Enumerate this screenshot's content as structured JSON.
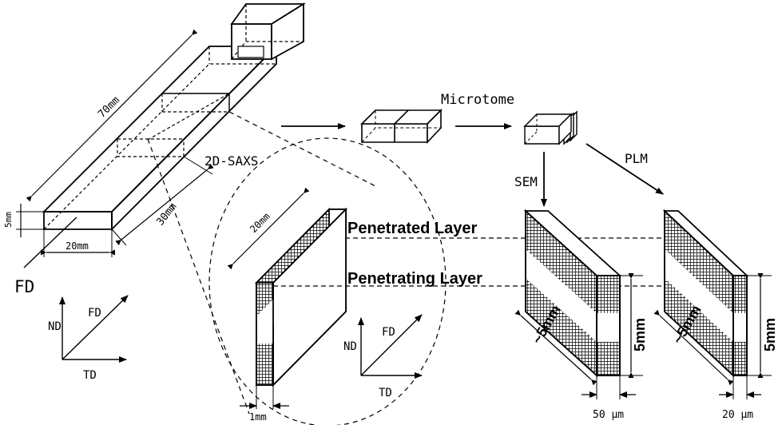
{
  "labels": {
    "dim_70mm": "70mm",
    "dim_5mm_left": "5mm",
    "dim_20mm_bottom": "20mm",
    "dim_30mm": "30mm",
    "fd_main": "FD",
    "microtome": "Microtome",
    "saxs": "2D-SAXS",
    "sem": "SEM",
    "plm": "PLM",
    "axes_left": {
      "fd": "FD",
      "nd": "ND",
      "td": "TD"
    },
    "axes_center": {
      "fd": "FD",
      "nd": "ND",
      "td": "TD"
    },
    "dim_20mm_slice": "20mm",
    "dim_1mm": "1mm",
    "penetrated_layer": "Penetrated Layer",
    "penetrating_layer": "Penetrating Layer",
    "sem_depth": "~5mm",
    "sem_height": "5mm",
    "sem_width": "50 μm",
    "plm_depth": "~5mm",
    "plm_height": "5mm",
    "plm_width": "20 μm"
  }
}
